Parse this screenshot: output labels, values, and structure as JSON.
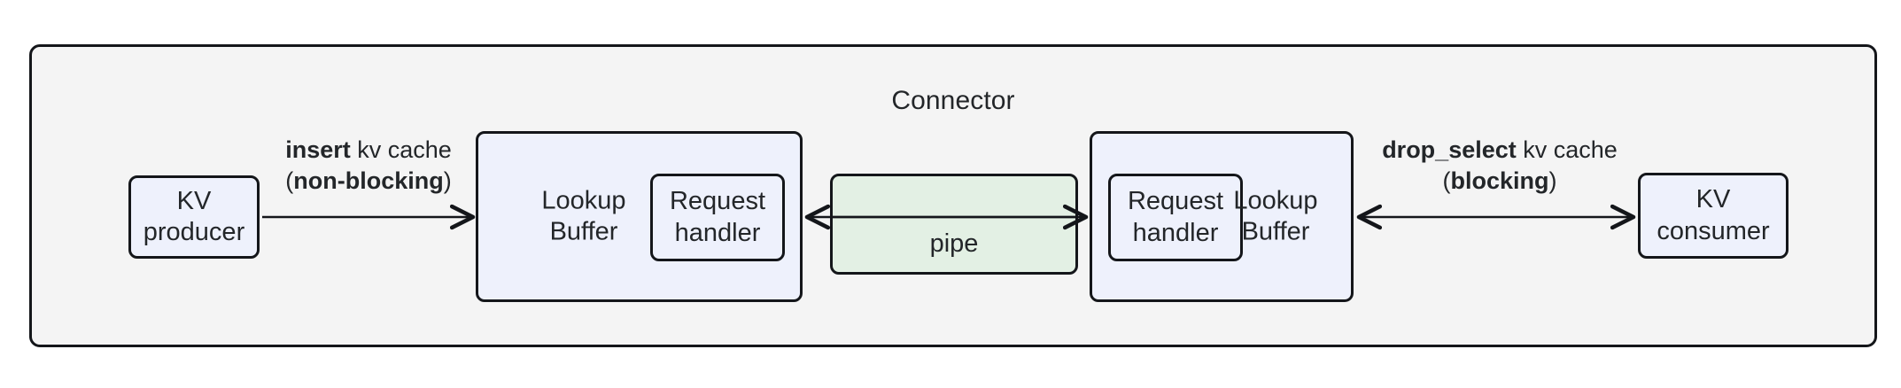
{
  "diagram": {
    "container": {
      "title": "Connector",
      "background": "#f4f4f4",
      "border_color": "#14161a"
    },
    "colors": {
      "blue_fill": "#eef1fc",
      "green_fill": "#e3f0e4",
      "stroke": "#14161a",
      "text": "#232629",
      "page_background": "#ffffff"
    },
    "nodes": {
      "kv_producer": {
        "label": "KV\nproducer",
        "fill": "#eef1fc"
      },
      "kv_consumer": {
        "label": "KV\nconsumer",
        "fill": "#eef1fc"
      },
      "lookup_buffer_left": {
        "label": "Lookup\nBuffer",
        "fill": "#eef1fc"
      },
      "lookup_buffer_right": {
        "label": "Lookup\nBuffer",
        "fill": "#eef1fc"
      },
      "request_handler_left": {
        "label": "Request\nhandler",
        "fill": "#eef1fc"
      },
      "request_handler_right": {
        "label": "Request\nhandler",
        "fill": "#eef1fc"
      },
      "pipe": {
        "label": "pipe",
        "fill": "#e3f0e4"
      }
    },
    "edges": {
      "producer_to_buffer": {
        "line1_bold": "insert",
        "line1_rest": " kv cache",
        "line2_open": "(",
        "line2_bold": "non-blocking",
        "line2_close": ")",
        "direction": "right"
      },
      "buffer_to_consumer": {
        "line1_bold": "drop_select",
        "line1_rest": " kv cache",
        "line2_open": "(",
        "line2_bold": "blocking",
        "line2_close": ")",
        "direction": "both"
      },
      "pipe_to_left_buffer": {
        "direction": "left"
      },
      "pipe_to_right_buffer": {
        "direction": "right"
      }
    }
  }
}
